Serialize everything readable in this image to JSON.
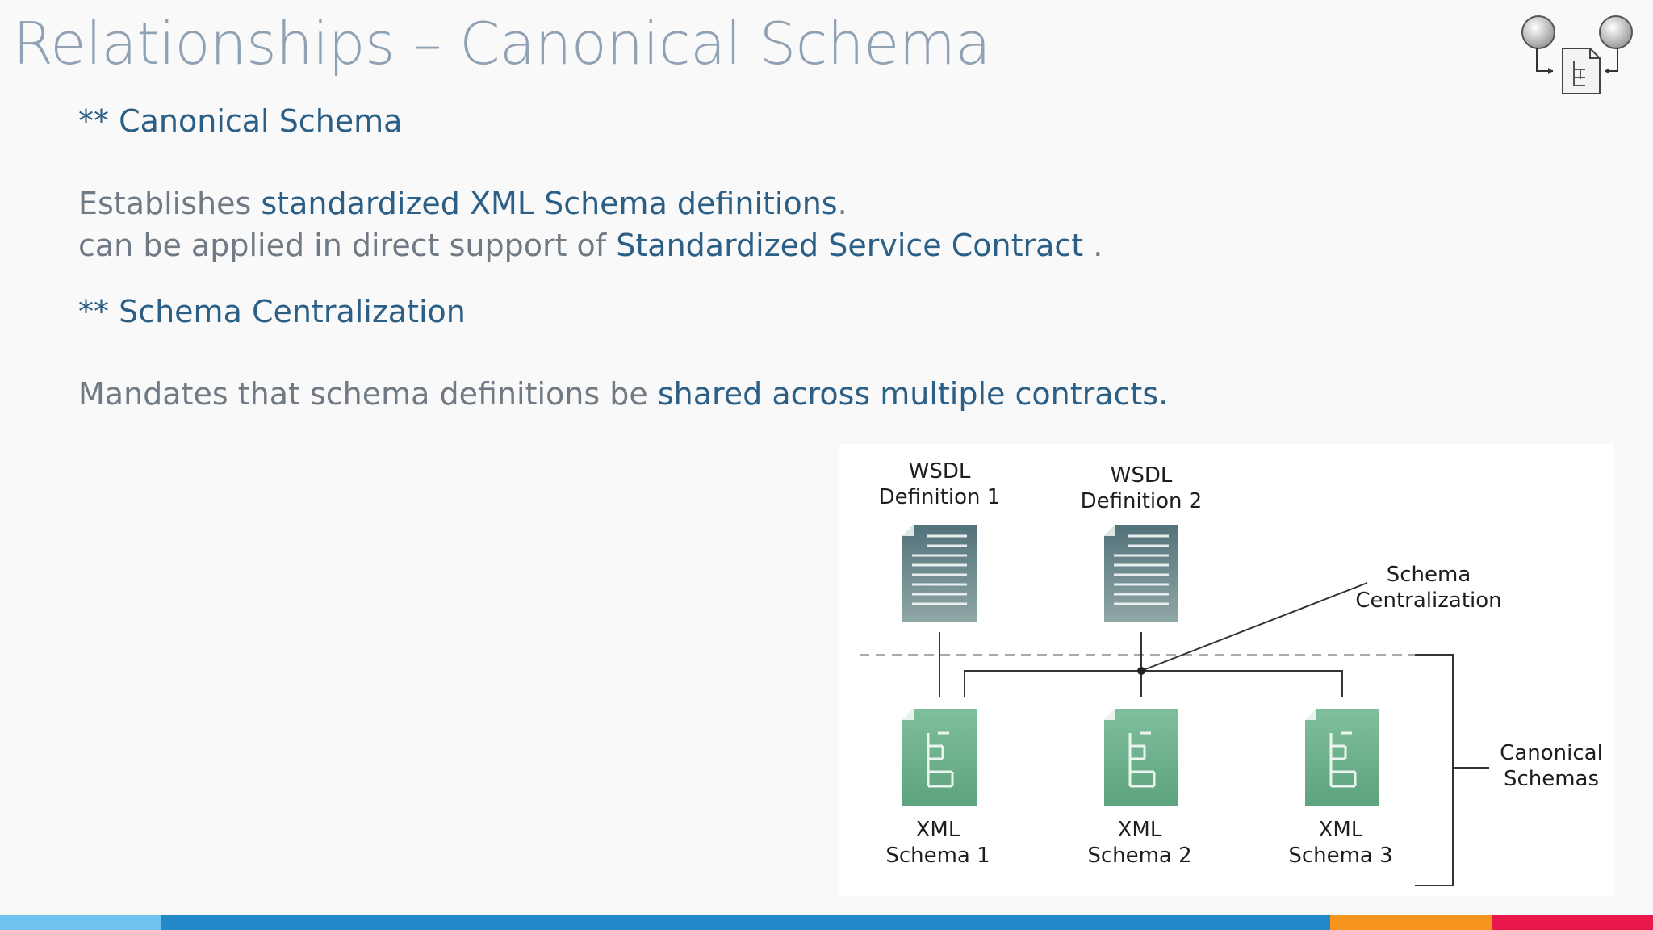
{
  "slide": {
    "title": "Relationships – Canonical Schema"
  },
  "section1": {
    "heading": "** Canonical Schema",
    "line1_prefix": "Establishes ",
    "line1_highlight": "standardized XML Schema definitions",
    "line1_suffix": ".",
    "line2_prefix": "can be applied in direct support of ",
    "line2_highlight": "Standardized Service Contract",
    "line2_suffix": " ."
  },
  "section2": {
    "heading": "** Schema  Centralization",
    "line1_prefix": "Mandates that schema definitions be ",
    "line1_highlight": "shared across multiple contracts."
  },
  "diagram": {
    "wsdl1": {
      "line1": "WSDL",
      "line2": "Definition 1",
      "icon": "wsdl-document-icon"
    },
    "wsdl2": {
      "line1": "WSDL",
      "line2": "Definition 2",
      "icon": "wsdl-document-icon"
    },
    "xml1": {
      "line1": "XML",
      "line2": "Schema 1",
      "icon": "xml-schema-icon"
    },
    "xml2": {
      "line1": "XML",
      "line2": "Schema 2",
      "icon": "xml-schema-icon"
    },
    "xml3": {
      "line1": "XML",
      "line2": "Schema 3",
      "icon": "xml-schema-icon"
    },
    "centralization_label": {
      "line1": "Schema",
      "line2": "Centralization"
    },
    "canonical_label": {
      "line1": "Canonical",
      "line2": "Schemas"
    }
  },
  "colors": {
    "title": "#8fa1b3",
    "body_text": "#707a84",
    "highlight": "#2c5f85",
    "wsdl_icon": "#5b7c80",
    "xml_icon": "#6fb08f",
    "footer": [
      "#6ec3f1",
      "#2288c8",
      "#f7941d",
      "#e8184d"
    ]
  }
}
